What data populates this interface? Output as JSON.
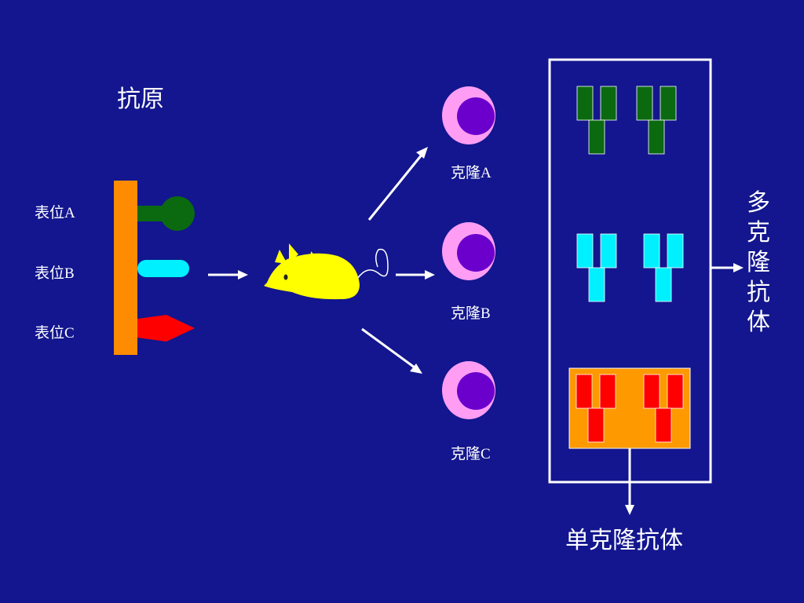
{
  "antigen": {
    "title": "抗原"
  },
  "epitopes": [
    {
      "label": "表位A",
      "color": "#0b6a0f"
    },
    {
      "label": "表位B",
      "color": "#00f0ff"
    },
    {
      "label": "表位C",
      "color": "#ff0000"
    }
  ],
  "clones": [
    {
      "label": "克隆A"
    },
    {
      "label": "克隆B"
    },
    {
      "label": "克隆C"
    }
  ],
  "polyclonal": {
    "label": "多克隆抗体",
    "chars": [
      "多",
      "克",
      "隆",
      "抗",
      "体"
    ]
  },
  "monoclonal": {
    "label": "单克隆抗体"
  },
  "colors": {
    "background": "#13168e",
    "antigen_bar": "#ff8c00",
    "mouse": "#ffff00",
    "cell_outer": "#ff9df5",
    "cell_nucleus": "#6b00cc",
    "mono_box": "#ff9900"
  }
}
